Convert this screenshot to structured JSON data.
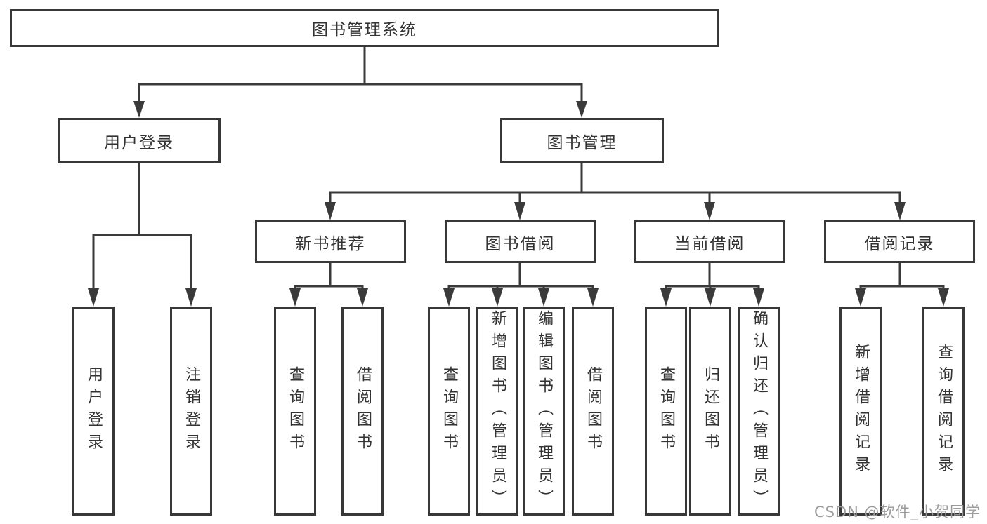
{
  "tree": {
    "root": {
      "label": "图书管理系统"
    },
    "branches": [
      {
        "label": "用户登录",
        "children": [
          {
            "label": "用户登录"
          },
          {
            "label": "注销登录"
          }
        ]
      },
      {
        "label": "图书管理",
        "children": [
          {
            "label": "新书推荐",
            "children": [
              {
                "label": "查询图书"
              },
              {
                "label": "借阅图书"
              }
            ]
          },
          {
            "label": "图书借阅",
            "children": [
              {
                "label": "查询图书"
              },
              {
                "label": "新增图书（管理员）"
              },
              {
                "label": "编辑图书（管理员）"
              },
              {
                "label": "借阅图书"
              }
            ]
          },
          {
            "label": "当前借阅",
            "children": [
              {
                "label": "查询图书"
              },
              {
                "label": "归还图书"
              },
              {
                "label": "确认归还（管理员）"
              }
            ]
          },
          {
            "label": "借阅记录",
            "children": [
              {
                "label": "新增借阅记录"
              },
              {
                "label": "查询借阅记录"
              }
            ]
          }
        ]
      }
    ]
  },
  "watermark": "CSDN @软件_小贺同学",
  "colors": {
    "line": "#3a3a3a",
    "box_border": "#383838",
    "text": "#333333",
    "background": "#ffffff",
    "watermark": "#9c9c9c"
  }
}
